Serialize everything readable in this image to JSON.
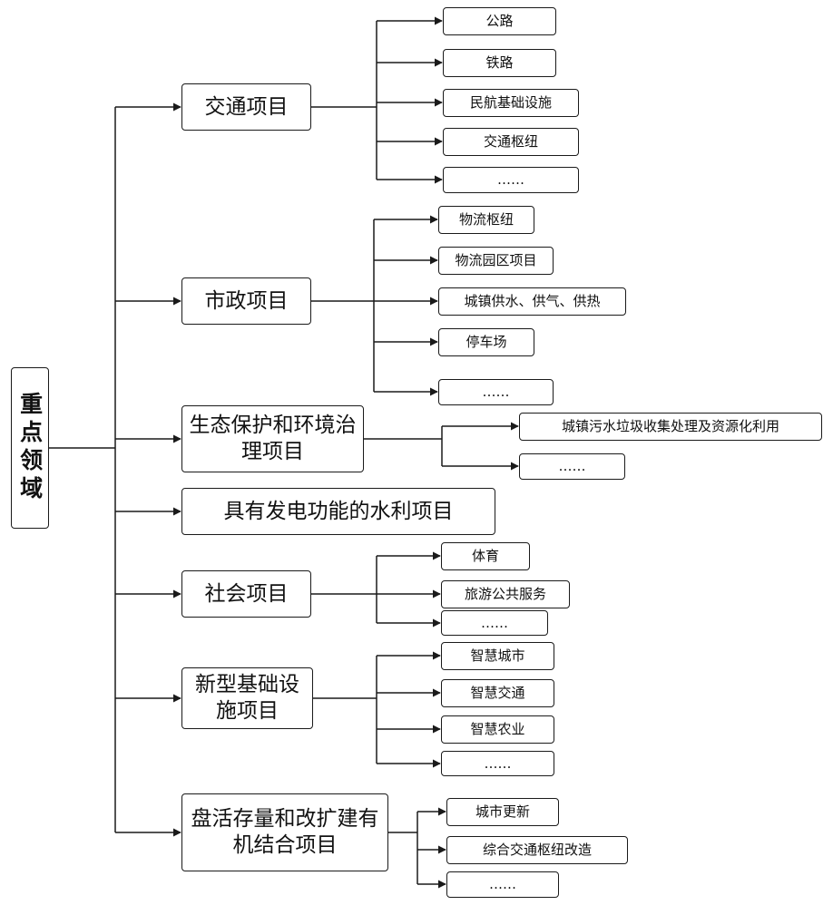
{
  "root": "重点领域",
  "categories": [
    {
      "label": "交通项目",
      "items": [
        "公路",
        "铁路",
        "民航基础设施",
        "交通枢纽",
        "……"
      ]
    },
    {
      "label": "市政项目",
      "items": [
        "物流枢纽",
        "物流园区项目",
        "城镇供水、供气、供热",
        "停车场",
        "……"
      ]
    },
    {
      "label": "生态保护和环境治理项目",
      "items": [
        "城镇污水垃圾收集处理及资源化利用",
        "……"
      ]
    },
    {
      "label": "具有发电功能的水利项目",
      "items": []
    },
    {
      "label": "社会项目",
      "items": [
        "体育",
        "旅游公共服务",
        "……"
      ]
    },
    {
      "label": "新型基础设施项目",
      "items": [
        "智慧城市",
        "智慧交通",
        "智慧农业",
        "……"
      ]
    },
    {
      "label": "盘活存量和改扩建有机结合项目",
      "items": [
        "城市更新",
        "综合交通枢纽改造",
        "……"
      ]
    }
  ]
}
